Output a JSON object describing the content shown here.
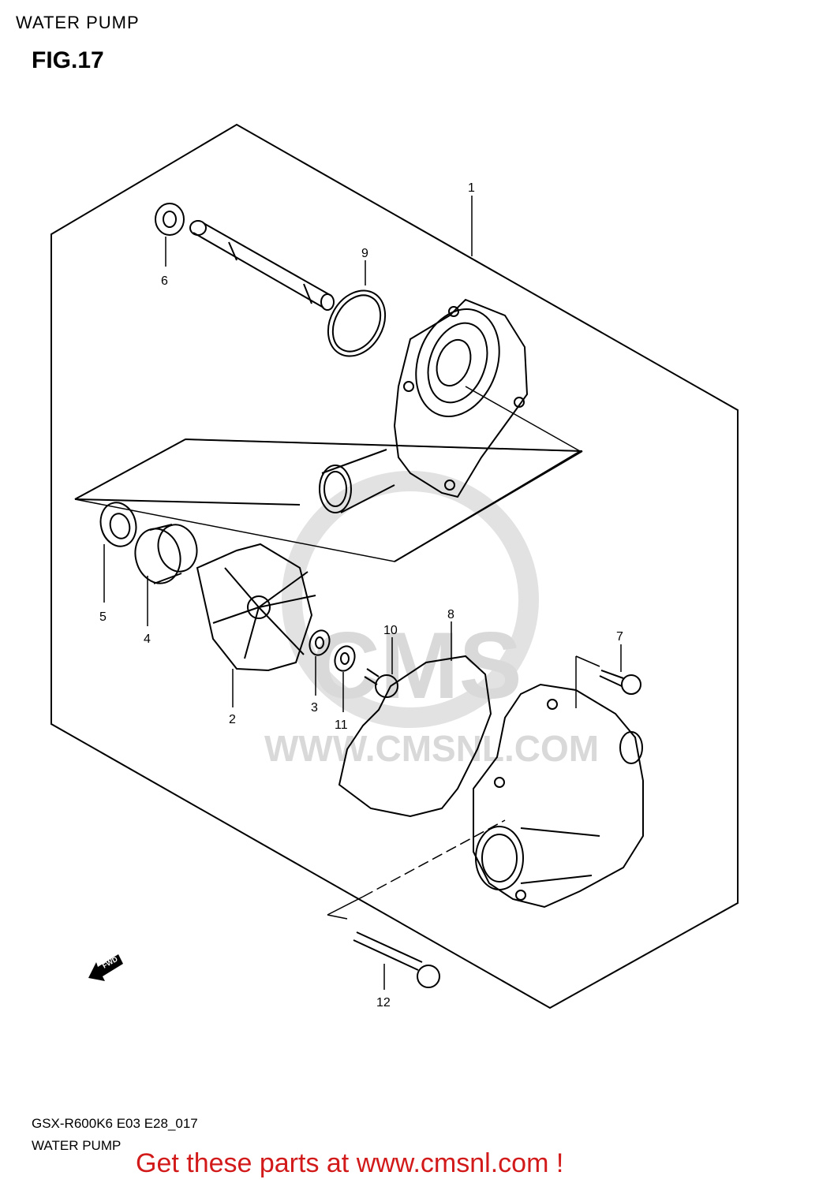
{
  "header": {
    "title": "WATER PUMP"
  },
  "figure": {
    "label": "FIG.17"
  },
  "callouts": [
    "1",
    "9",
    "6",
    "5",
    "4",
    "2",
    "3",
    "11",
    "10",
    "8",
    "7",
    "12"
  ],
  "direction_label": "FWD",
  "watermark": {
    "brand": "CMS",
    "url": "WWW.CMSNL.COM"
  },
  "footer": {
    "code": "GSX-R600K6 E03 E28_017",
    "title": "WATER PUMP",
    "link": "Get these parts at www.cmsnl.com !"
  },
  "colors": {
    "line": "#000000",
    "link": "#d21a1a",
    "watermark": "#d9d9d9"
  }
}
